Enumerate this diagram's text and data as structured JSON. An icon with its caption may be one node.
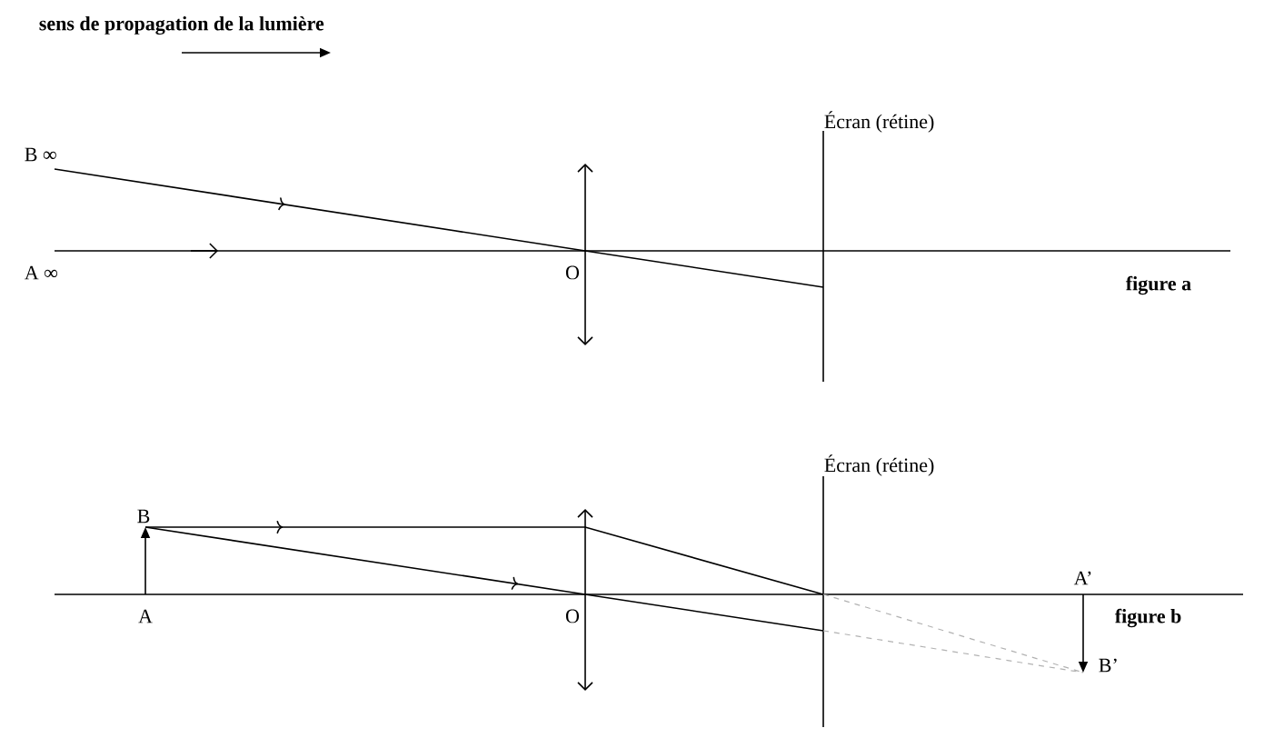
{
  "diagram": {
    "labels": [
      "sens de propagation de la lumière",
      "Écran (rétine)",
      "B ∞",
      "A ∞",
      "O",
      "figure a",
      "Écran (rétine)",
      "B",
      "A’",
      "A",
      "O",
      "figure b",
      "B’"
    ]
  }
}
